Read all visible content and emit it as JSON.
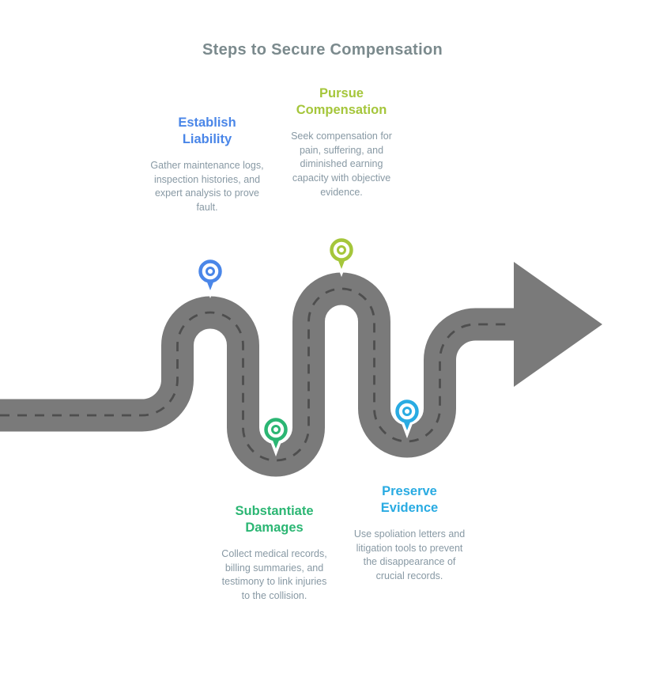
{
  "title": "Steps to Secure Compensation",
  "colors": {
    "road": "#7a7a7a",
    "center_line": "#4e4e4e",
    "title_text": "#7b8a8d",
    "body_text": "#8899a4"
  },
  "steps": [
    {
      "label": "Establish Liability",
      "description": "Gather maintenance logs, inspection histories, and expert analysis to prove fault.",
      "color": "#4a86e8",
      "pin_icon": "blue-map-pin"
    },
    {
      "label": "Pursue Compensation",
      "description": "Seek compensation for pain, suffering, and diminished earning capacity with objective evidence.",
      "color": "#a5c63b",
      "pin_icon": "lime-map-pin"
    },
    {
      "label": "Substantiate Damages",
      "description": "Collect medical records, billing summaries, and testimony to link injuries to the collision.",
      "color": "#2bb673",
      "pin_icon": "green-map-pin"
    },
    {
      "label": "Preserve Evidence",
      "description": "Use spoliation letters and litigation tools to prevent the disappearance of crucial records.",
      "color": "#29abe2",
      "pin_icon": "cyan-map-pin"
    }
  ]
}
